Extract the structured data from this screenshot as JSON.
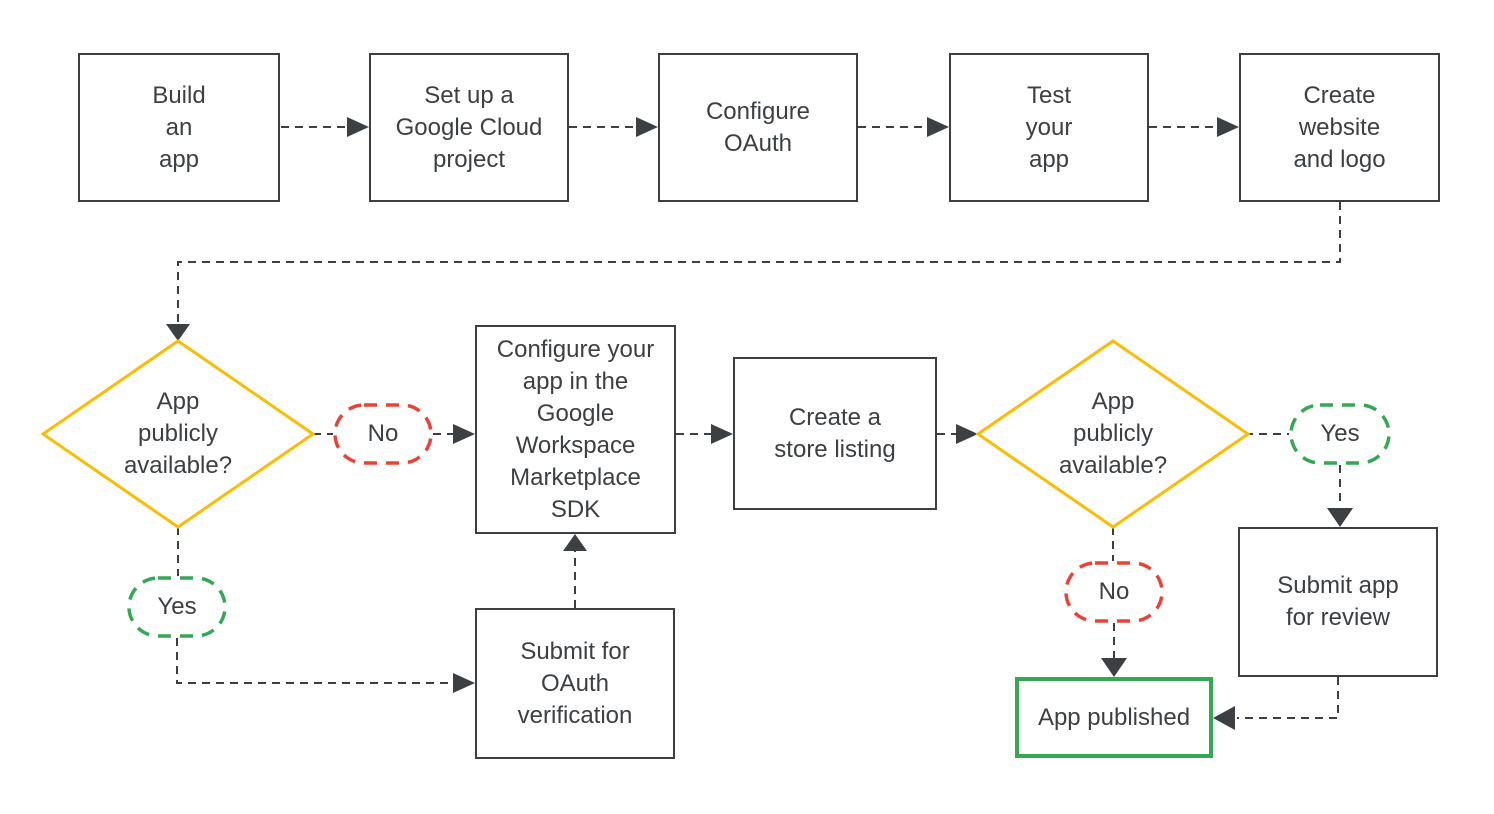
{
  "diagram": {
    "colors": {
      "line": "#3c4043",
      "text": "#3c4043",
      "decision_border": "#fbbc04",
      "no_border": "#ea4335",
      "yes_border": "#34a853",
      "published_border": "#34a853"
    },
    "nodes": {
      "build_app": "Build\nan\napp",
      "setup_project": "Set up a\nGoogle Cloud\nproject",
      "configure_oauth": "Configure\nOAuth",
      "test_app": "Test\nyour\napp",
      "create_website": "Create\nwebsite\nand logo",
      "decision_1": "App\npublicly\navailable?",
      "configure_sdk": "Configure your\napp in the\nGoogle\nWorkspace\nMarketplace\nSDK",
      "store_listing": "Create a\nstore listing",
      "decision_2": "App\npublicly\navailable?",
      "oauth_verification": "Submit for\nOAuth\nverification",
      "submit_review": "Submit app\nfor review",
      "app_published": "App published"
    },
    "edge_labels": {
      "no_1": "No",
      "yes_1": "Yes",
      "yes_2": "Yes",
      "no_2": "No"
    }
  }
}
